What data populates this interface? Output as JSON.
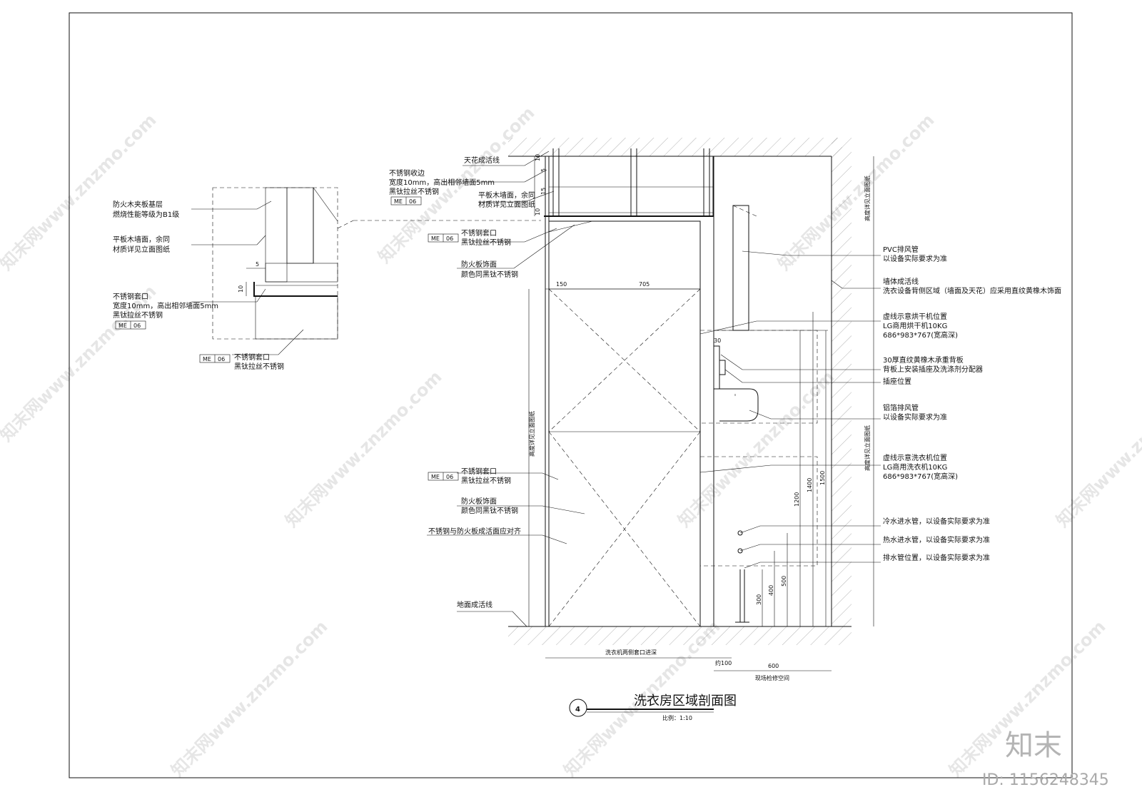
{
  "drawing": {
    "title": "洗衣房区域剖面图",
    "number": "4",
    "scale": "比例：1:10"
  },
  "detail": {
    "labels": [
      "防火木夹板基层",
      "燃烧性能等级为B1级",
      "平板木墙面，余同",
      "材质详见立面图纸",
      "不锈钢套口",
      "宽度10mm，高出相邻墙面5mm",
      "黑钛拉丝不锈钢",
      "不锈钢套口",
      "黑钛拉丝不锈钢"
    ],
    "tags": [
      "ME",
      "06",
      "ME",
      "06"
    ],
    "dims": [
      "5",
      "10"
    ]
  },
  "section_left": {
    "labels": [
      "天花成活线",
      "不锈钢收边",
      "宽度10mm，高出相邻墙面5mm",
      "黑钛拉丝不锈钢",
      "平板木墙面，余同",
      "材质详见立面图纸",
      "不锈钢套口",
      "黑钛拉丝不锈钢",
      "防火板饰面",
      "颜色同黑钛不锈钢",
      "不锈钢套口",
      "黑钛拉丝不锈钢",
      "防火板饰面",
      "颜色同黑钛不锈钢",
      "不锈钢与防火板成活面应对齐",
      "地面成活线"
    ],
    "tags": [
      "ME",
      "06",
      "ME",
      "06",
      "ME",
      "06"
    ],
    "dims": [
      "10",
      "5",
      "15",
      "10",
      "150",
      "705"
    ],
    "vertical_note": "高度详见立面图纸"
  },
  "section_right": {
    "labels": [
      "PVC排风管",
      "以设备实际要求为准",
      "墙体成活线",
      "洗衣设备背侧区域（墙面及天花）应采用直纹黄橡木饰面",
      "虚线示意烘干机位置",
      "LG商用烘干机10KG",
      "686*983*767(宽高深)",
      "30厚直纹黄橡木承重背板",
      "背板上安装插座及洗涤剂分配器",
      "插座位置",
      "铝箔排风管",
      "以设备实际要求为准",
      "虚线示意洗衣机位置",
      "LG商用洗衣机10KG",
      "686*983*767(宽高深)",
      "冷水进水管，以设备实际要求为准",
      "热水进水管，以设备实际要求为准",
      "排水管位置，以设备实际要求为准"
    ],
    "vertical_notes": [
      "高度详见立面图纸",
      "高度详见立面图纸"
    ],
    "dims": [
      "30",
      "1200",
      "1400",
      "1500",
      "300",
      "400",
      "500"
    ]
  },
  "bottom": {
    "labels": [
      "洗衣机两侧套口进深",
      "约100",
      "600",
      "现场检修空间"
    ]
  },
  "brand": {
    "logo": "知末",
    "id": "ID: 1156248345",
    "watermark": "知末网www.znzmo.com"
  }
}
